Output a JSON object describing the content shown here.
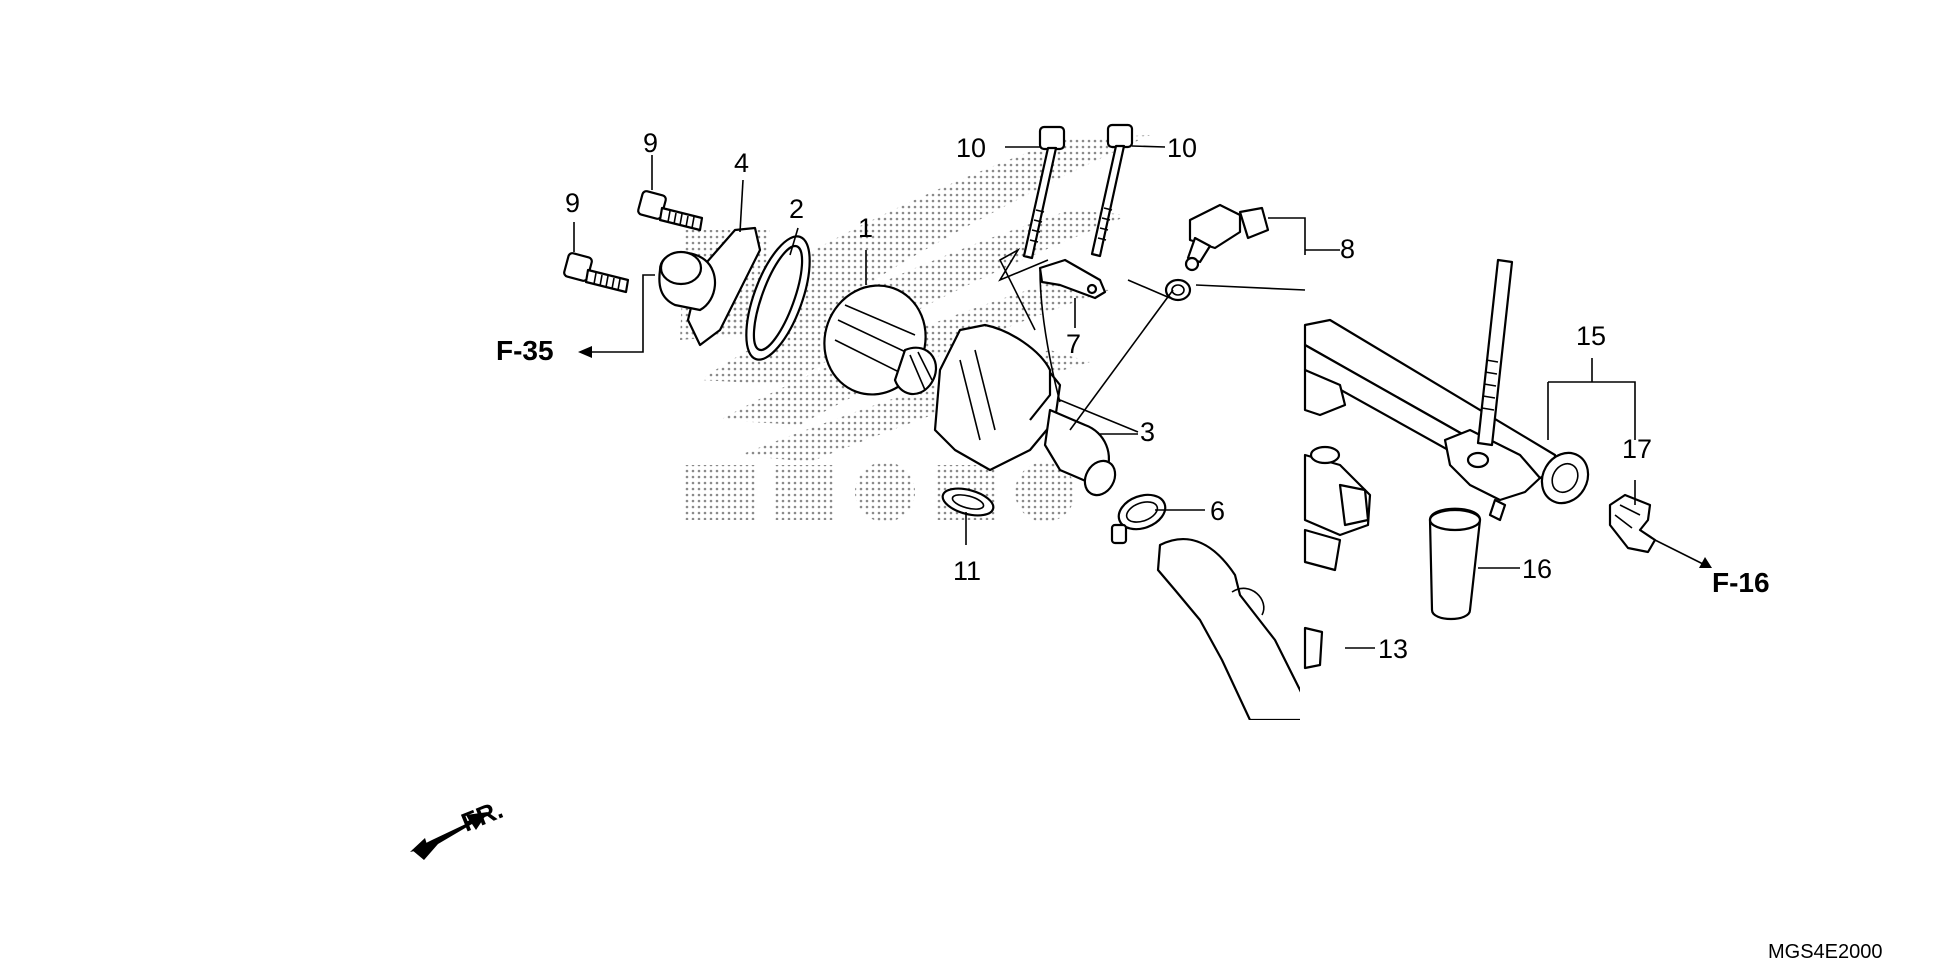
{
  "callouts": {
    "c1": "1",
    "c2": "2",
    "c3": "3",
    "c4": "4",
    "c6": "6",
    "c7": "7",
    "c8": "8",
    "c9a": "9",
    "c9b": "9",
    "c10a": "10",
    "c10b": "10",
    "c11": "11",
    "c13": "13",
    "c15": "15",
    "c16": "16",
    "c17": "17"
  },
  "references": {
    "left": "F-35",
    "right": "F-16"
  },
  "direction_label": "FR.",
  "diagram_code": "MGS4E2000",
  "colors": {
    "ink": "#000000",
    "background": "#ffffff",
    "watermark_dots": "#8a8a8a"
  },
  "icons": [
    "front-direction-arrow-icon",
    "honda-wing-watermark"
  ]
}
